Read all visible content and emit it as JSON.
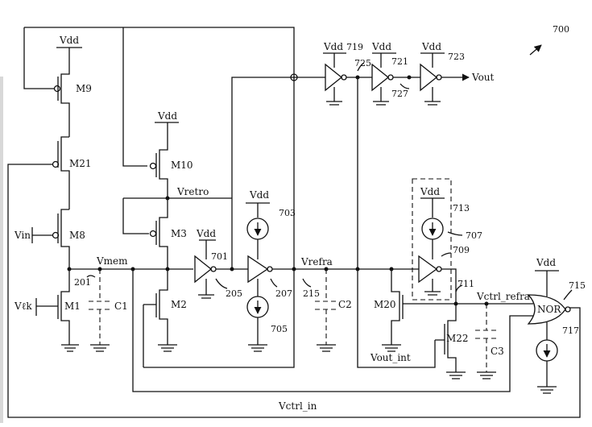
{
  "figure_ref": "700",
  "supply": "Vdd",
  "transistors": {
    "m9": "M9",
    "m21": "M21",
    "m8": "M8",
    "m1": "M1",
    "m10": "M10",
    "m3": "M3",
    "m2": "M2",
    "m20": "M20",
    "m22": "M22"
  },
  "capacitors": {
    "c1": "C1",
    "c2": "C2",
    "c3": "C3"
  },
  "gate": "NOR",
  "nets": {
    "vin": "Vin",
    "vlk": "Vℓk",
    "vmem": "Vmem",
    "vretro": "Vretro",
    "vrefra": "Vrefra",
    "vout": "Vout",
    "vout_int": "Vout_int",
    "vctrl_refra": "Vctrl_refra",
    "vctrl_in": "Vctrl_in"
  },
  "refs": {
    "r201": "201",
    "r205": "205",
    "r207": "207",
    "r215": "215",
    "r701": "701",
    "r703": "703",
    "r705": "705",
    "r707": "707",
    "r709": "709",
    "r711": "711",
    "r713": "713",
    "r715": "715",
    "r717": "717",
    "r719": "719",
    "r721": "721",
    "r723": "723",
    "r725": "725",
    "r727": "727"
  }
}
